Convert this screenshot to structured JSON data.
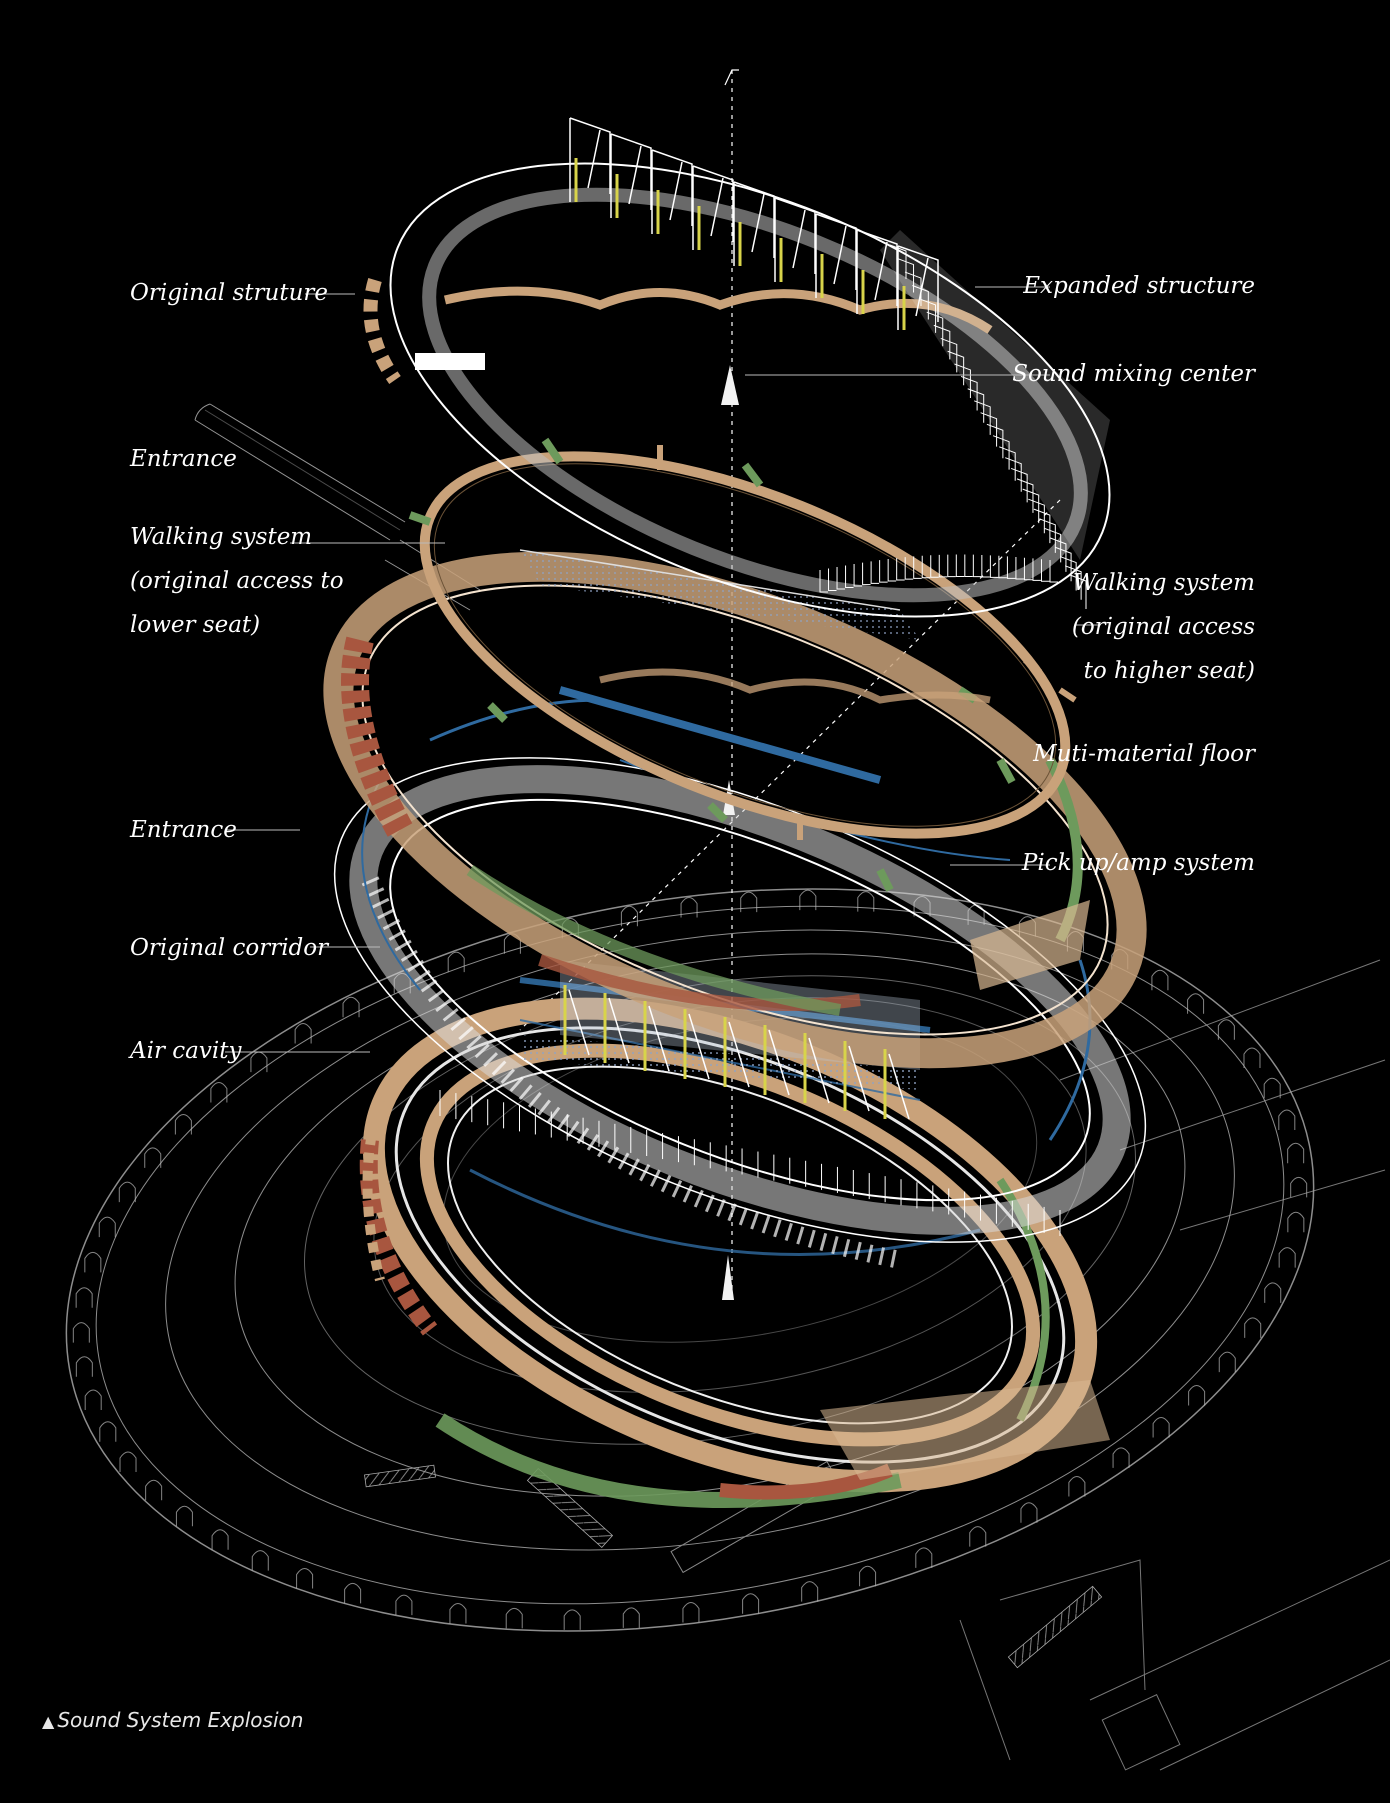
{
  "diagram": {
    "left_labels": [
      {
        "id": "original-structure",
        "lines": [
          "Original struture"
        ]
      },
      {
        "id": "entrance-upper",
        "lines": [
          "Entrance"
        ]
      },
      {
        "id": "walking-lower",
        "lines": [
          "Walking system",
          "(original access to",
          "lower seat)"
        ]
      },
      {
        "id": "entrance-lower",
        "lines": [
          "Entrance"
        ]
      },
      {
        "id": "original-corridor",
        "lines": [
          "Original corridor"
        ]
      },
      {
        "id": "air-cavity",
        "lines": [
          "Air cavity"
        ]
      }
    ],
    "right_labels": [
      {
        "id": "expanded-structure",
        "lines": [
          "Expanded structure"
        ]
      },
      {
        "id": "sound-mixing",
        "lines": [
          "Sound mixing center"
        ]
      },
      {
        "id": "walking-higher",
        "lines": [
          "Walking system",
          "(original access",
          "to higher seat)"
        ]
      },
      {
        "id": "multi-material-floor",
        "lines": [
          "Muti-material floor"
        ]
      },
      {
        "id": "pickup-amp",
        "lines": [
          "Pick up/amp system"
        ]
      }
    ],
    "caption": {
      "marker": "▲",
      "text": "Sound System Explosion"
    }
  },
  "colors": {
    "background": "#000000",
    "wood": "#c9a27a",
    "blue": "#2f6aa0",
    "green": "#6d9a5c",
    "brick": "#a8563f",
    "yellow": "#d8d44a",
    "wire": "#cfcfcf"
  }
}
